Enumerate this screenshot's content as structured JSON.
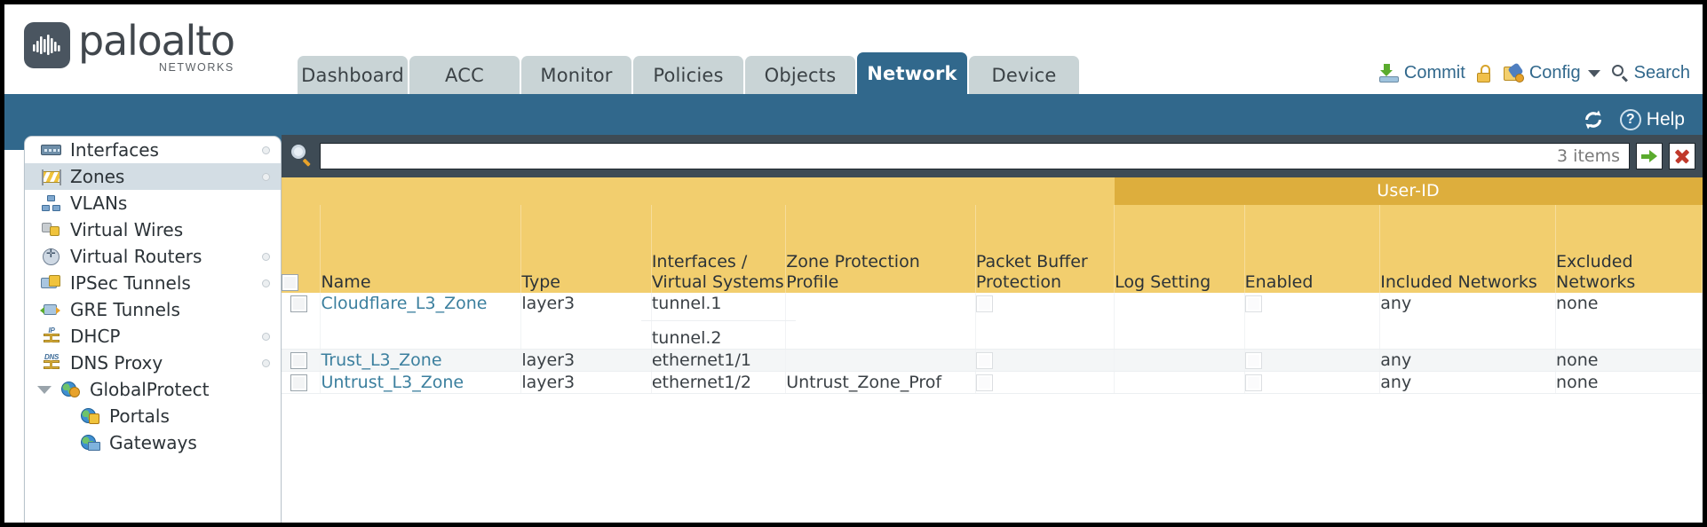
{
  "brand": {
    "name": "paloalto",
    "tagline": "NETWORKS",
    "logo_icon": "paloalto-logo-icon"
  },
  "header": {
    "tabs": [
      {
        "label": "Dashboard",
        "active": false
      },
      {
        "label": "ACC",
        "active": false
      },
      {
        "label": "Monitor",
        "active": false
      },
      {
        "label": "Policies",
        "active": false
      },
      {
        "label": "Objects",
        "active": false
      },
      {
        "label": "Network",
        "active": true
      },
      {
        "label": "Device",
        "active": false
      }
    ],
    "actions": {
      "commit": "Commit",
      "lock_icon": "padlock-icon",
      "config": "Config",
      "search": "Search"
    }
  },
  "subbar": {
    "refresh_icon": "refresh-icon",
    "help": "Help",
    "help_icon": "help-circle-icon"
  },
  "sidebar": {
    "items": [
      {
        "label": "Interfaces",
        "icon": "interfaces-icon",
        "selected": false,
        "dot": true,
        "child": false,
        "twisty": false
      },
      {
        "label": "Zones",
        "icon": "zones-icon",
        "selected": true,
        "dot": true,
        "child": false,
        "twisty": false
      },
      {
        "label": "VLANs",
        "icon": "vlans-icon",
        "selected": false,
        "dot": false,
        "child": false,
        "twisty": false
      },
      {
        "label": "Virtual Wires",
        "icon": "virtual-wires-icon",
        "selected": false,
        "dot": false,
        "child": false,
        "twisty": false
      },
      {
        "label": "Virtual Routers",
        "icon": "virtual-routers-icon",
        "selected": false,
        "dot": true,
        "child": false,
        "twisty": false
      },
      {
        "label": "IPSec Tunnels",
        "icon": "ipsec-tunnels-icon",
        "selected": false,
        "dot": true,
        "child": false,
        "twisty": false
      },
      {
        "label": "GRE Tunnels",
        "icon": "gre-tunnels-icon",
        "selected": false,
        "dot": false,
        "child": false,
        "twisty": false
      },
      {
        "label": "DHCP",
        "icon": "dhcp-icon",
        "selected": false,
        "dot": true,
        "child": false,
        "twisty": false
      },
      {
        "label": "DNS Proxy",
        "icon": "dns-proxy-icon",
        "selected": false,
        "dot": true,
        "child": false,
        "twisty": false
      },
      {
        "label": "GlobalProtect",
        "icon": "globalprotect-icon",
        "selected": false,
        "dot": false,
        "child": false,
        "twisty": true
      },
      {
        "label": "Portals",
        "icon": "portals-icon",
        "selected": false,
        "dot": false,
        "child": true,
        "twisty": false
      },
      {
        "label": "Gateways",
        "icon": "gateways-icon",
        "selected": false,
        "dot": false,
        "child": true,
        "twisty": false
      }
    ]
  },
  "filterbar": {
    "search_icon": "search-icon",
    "value": "",
    "placeholder": "",
    "items_count": "3 items",
    "apply_icon": "green-arrow-icon",
    "clear_icon": "red-x-icon"
  },
  "table": {
    "group_header": "User-ID",
    "columns": [
      "Name",
      "Type",
      "Interfaces / Virtual Systems",
      "Zone Protection Profile",
      "Packet Buffer Protection",
      "Log Setting",
      "Enabled",
      "Included Networks",
      "Excluded Networks"
    ],
    "rows": [
      {
        "name": "Cloudflare_L3_Zone",
        "type": "layer3",
        "interfaces": [
          "tunnel.1",
          "tunnel.2"
        ],
        "zone_protection_profile": "",
        "packet_buffer_protection": false,
        "log_setting": "",
        "userid_enabled": false,
        "included_networks": "any",
        "excluded_networks": "none"
      },
      {
        "name": "Trust_L3_Zone",
        "type": "layer3",
        "interfaces": [
          "ethernet1/1"
        ],
        "zone_protection_profile": "",
        "packet_buffer_protection": false,
        "log_setting": "",
        "userid_enabled": false,
        "included_networks": "any",
        "excluded_networks": "none"
      },
      {
        "name": "Untrust_L3_Zone",
        "type": "layer3",
        "interfaces": [
          "ethernet1/2"
        ],
        "zone_protection_profile": "Untrust_Zone_Prof",
        "packet_buffer_protection": false,
        "log_setting": "",
        "userid_enabled": false,
        "included_networks": "any",
        "excluded_networks": "none"
      }
    ]
  },
  "colors": {
    "accent_blue": "#31688c",
    "table_header": "#f2ce6e",
    "group_header": "#ddae3d",
    "panel_dark": "#3e4b55",
    "link": "#3b7f9e"
  }
}
